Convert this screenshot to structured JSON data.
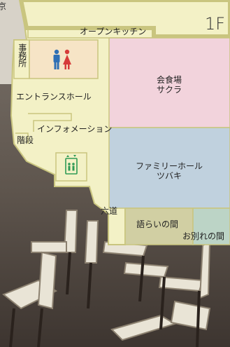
{
  "map": {
    "floor": "1F",
    "corner_text": "京",
    "rooms": {
      "open_kitchen": "オープンキッチン",
      "office": "事務所",
      "entrance_hall": "エントランスホール",
      "information": "インフォメーション",
      "stairs": "階段",
      "hall_sakura_line1": "会食場",
      "hall_sakura_line2": "サクラ",
      "family_hall_line1": "ファミリーホール",
      "family_hall_line2": "ツバキ",
      "rokudo": "六道",
      "katarai": "語らいの間",
      "owakare": "お別れの間"
    },
    "icons": {
      "restroom": "restroom-icon",
      "elevator": "elevator-icon"
    },
    "colors": {
      "corridor": "#f3f1c6",
      "border": "#c9c57f",
      "sakura": "#f2d3dc",
      "tsubaki": "#c0d1de",
      "katarai": "#d1cfa3",
      "owakare": "#bcd4c6",
      "office": "#f6e4c6",
      "elevator_green": "#2f9a55",
      "male": "#2e6fb5",
      "female": "#d63a3a"
    }
  }
}
